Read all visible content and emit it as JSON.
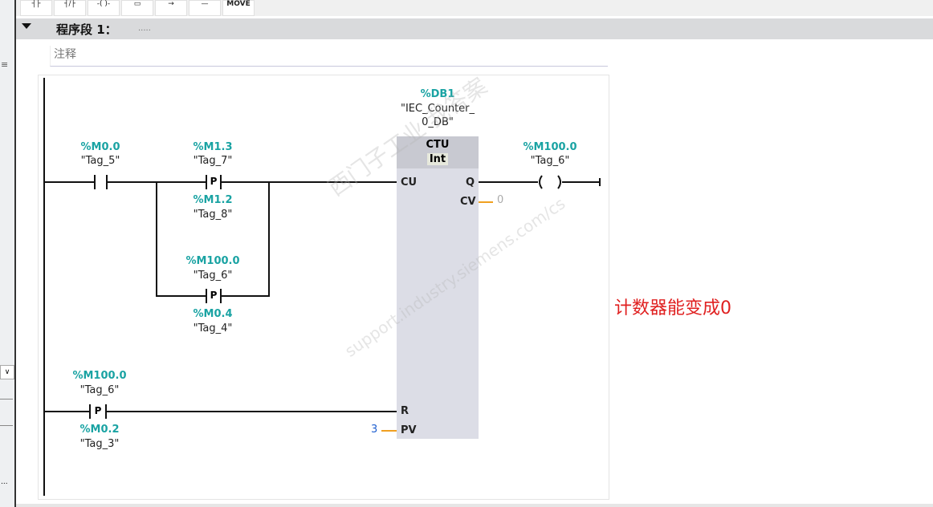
{
  "toolbar": {
    "buttons": [
      "contact",
      "negated-contact",
      "coil",
      "box",
      "jump",
      "open-branch",
      "MOVE"
    ],
    "move_label": "MOVE"
  },
  "network": {
    "title": "程序段 1：",
    "dots": ".....",
    "comment": "注释"
  },
  "rung1": {
    "contact1": {
      "address": "%M0.0",
      "symbol": "\"Tag_5\""
    },
    "pcontact1": {
      "address": "%M1.3",
      "symbol": "\"Tag_7\"",
      "edge": "P",
      "mem_address": "%M1.2",
      "mem_symbol": "\"Tag_8\""
    },
    "pcontact2": {
      "address": "%M100.0",
      "symbol": "\"Tag_6\"",
      "edge": "P",
      "mem_address": "%M0.4",
      "mem_symbol": "\"Tag_4\""
    },
    "coil": {
      "address": "%M100.0",
      "symbol": "\"Tag_6\""
    }
  },
  "block": {
    "instance": "%DB1",
    "instance_name1": "\"IEC_Counter_",
    "instance_name2": "0_DB\"",
    "type": "CTU",
    "datatype": "Int",
    "pins": {
      "cu": "CU",
      "q": "Q",
      "cv": "CV",
      "r": "R",
      "pv": "PV"
    },
    "cv_value": "0",
    "pv_value": "3"
  },
  "rung2": {
    "pcontact": {
      "address": "%M100.0",
      "symbol": "\"Tag_6\"",
      "edge": "P",
      "mem_address": "%M0.2",
      "mem_symbol": "\"Tag_3\""
    }
  },
  "annotation": "计数器能变成0",
  "watermark": {
    "line1": "西门子工业 我答案",
    "line2": "support.industry.siemens.com/cs"
  }
}
